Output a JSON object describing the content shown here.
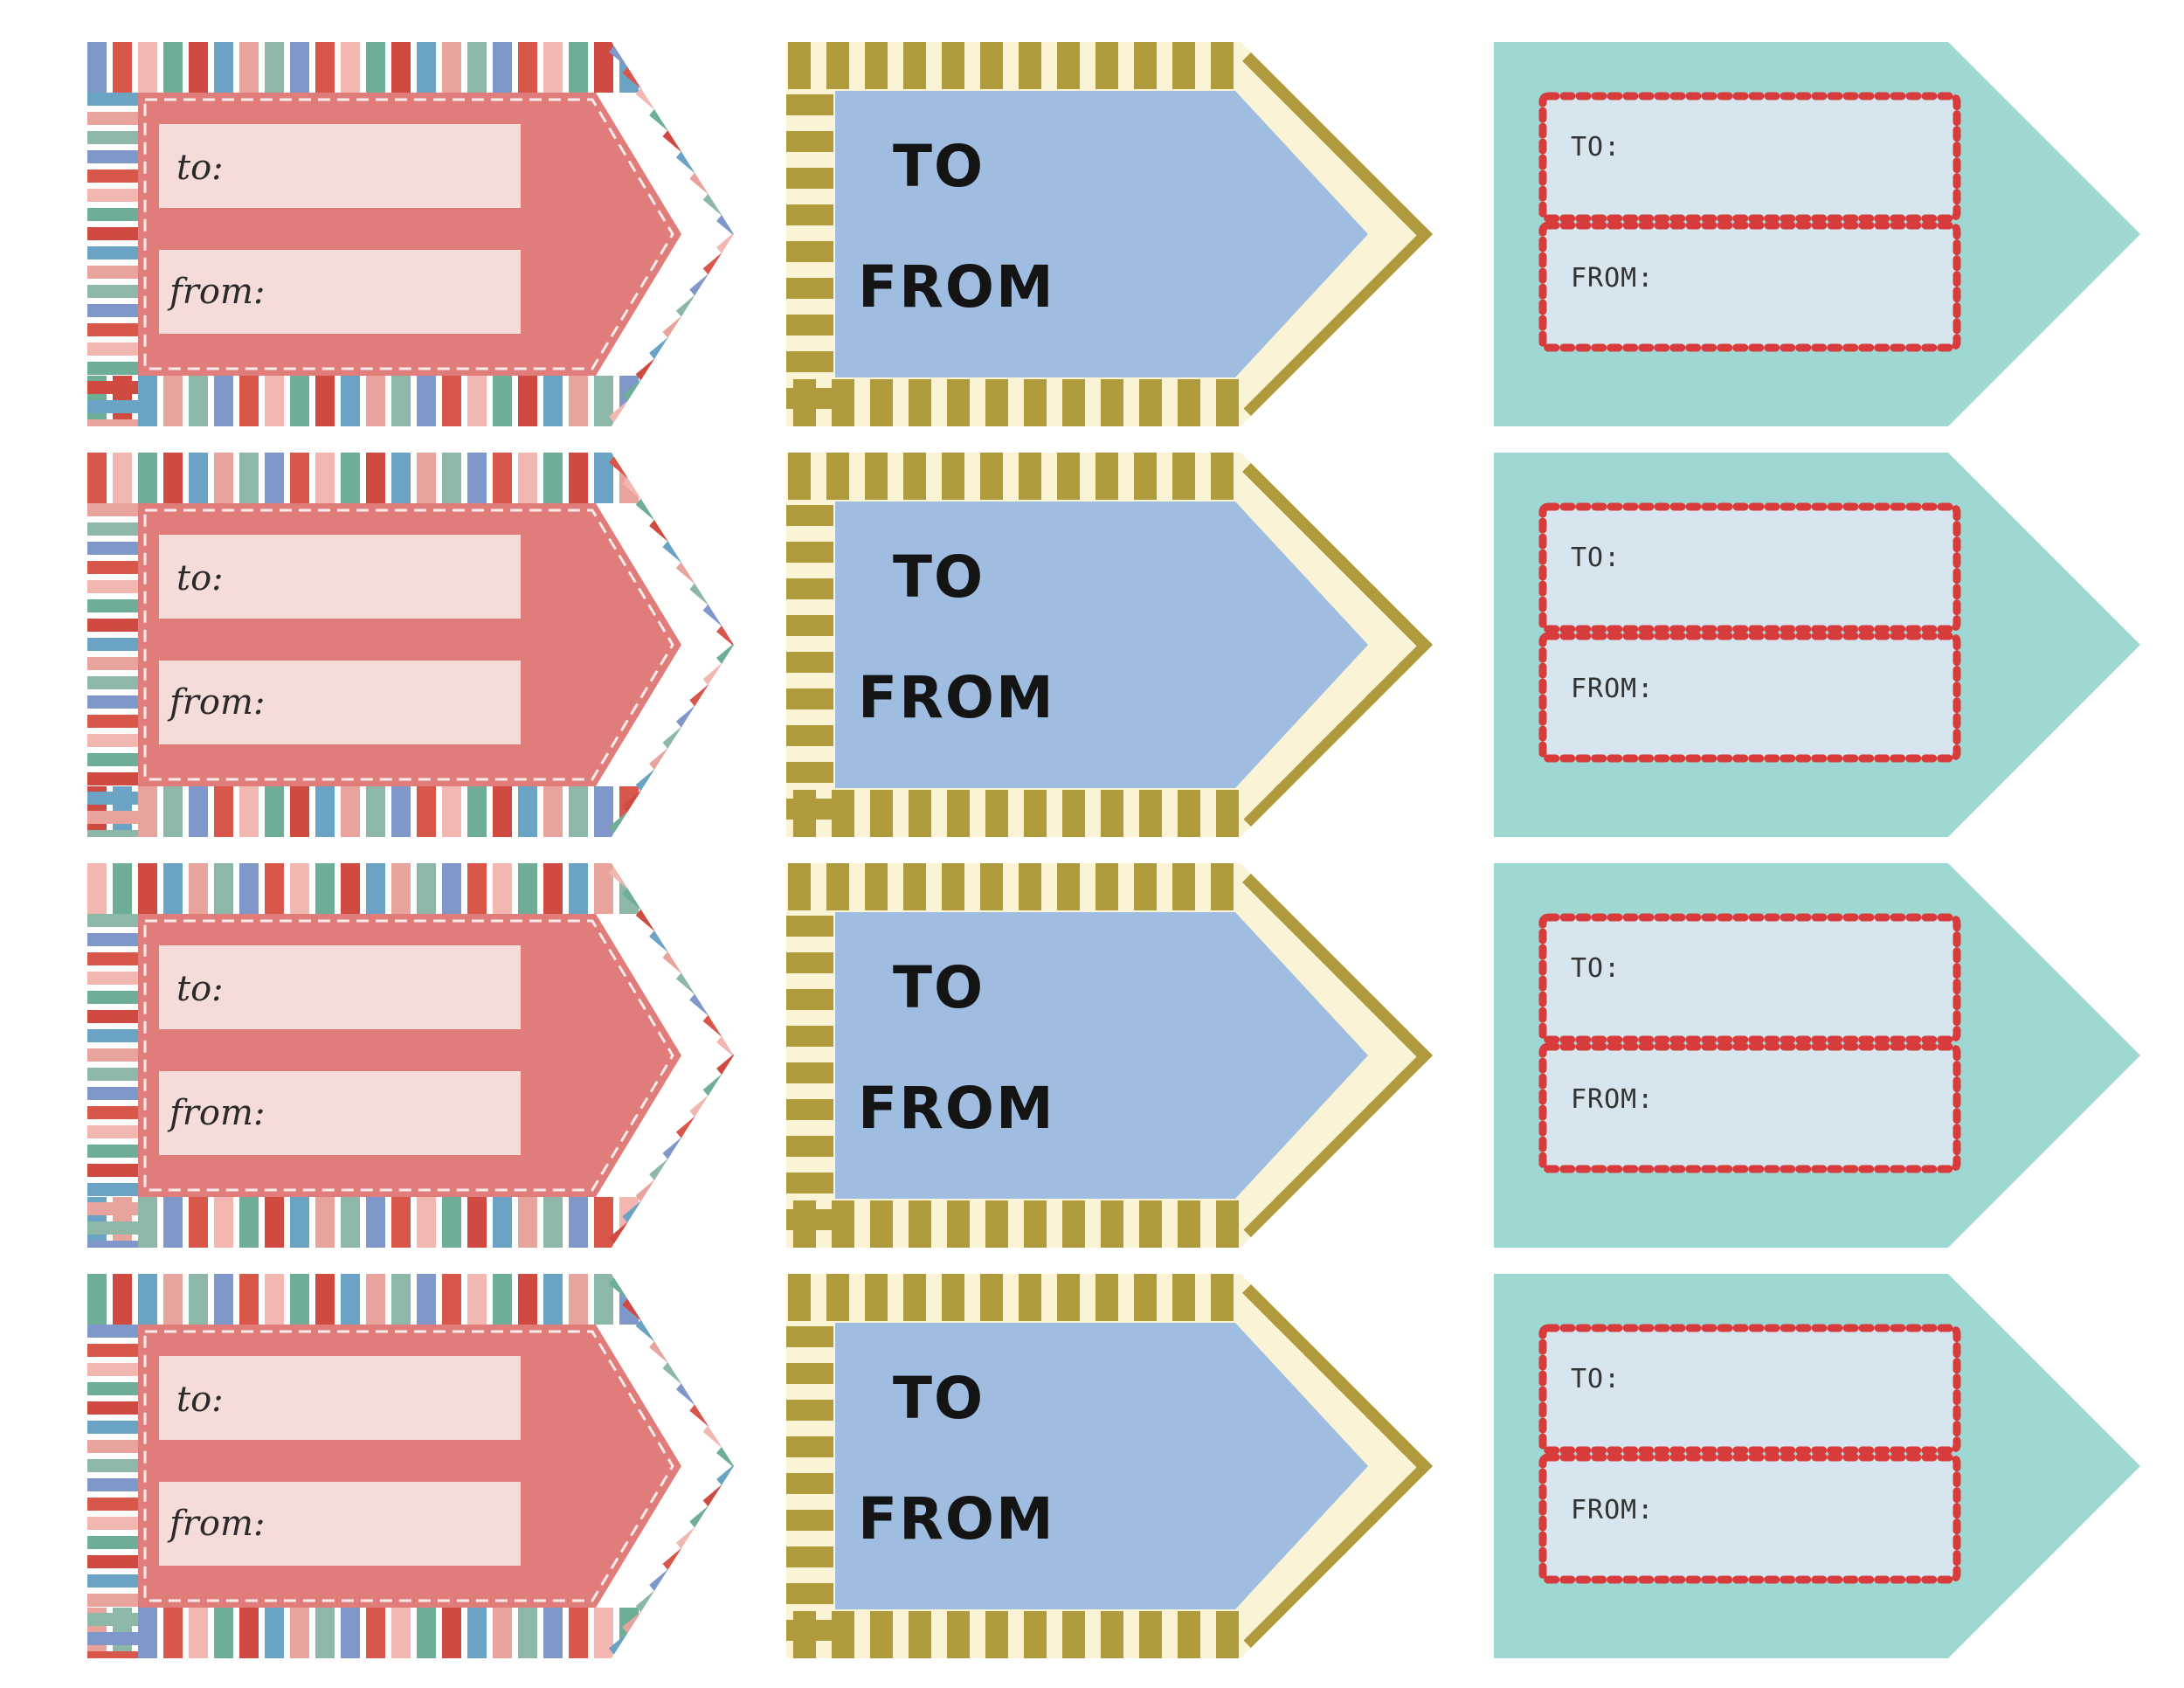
{
  "palette": {
    "background": "#ffffff",
    "pink_body": "#e07d7a",
    "pink_field": "#f5dcd8",
    "pink_stripes": [
      "#7f97c9",
      "#d9574a",
      "#f1b7b0",
      "#6fae96",
      "#cf4a40",
      "#6aa3c4",
      "#e9a39d",
      "#8db8a7"
    ],
    "blue_body": "#9ebde0",
    "olive": "#b09a3e",
    "cream": "#faf3d5",
    "teal_body": "#9fd8d3",
    "teal_field": "#d7e6ee",
    "red_dots": "#d83b3b"
  },
  "columns": [
    {
      "style": "striped-pink",
      "icon": "striped-pink-gift-tag",
      "tags": [
        {
          "to_label": "to:",
          "from_label": "from:"
        },
        {
          "to_label": "to:",
          "from_label": "from:"
        },
        {
          "to_label": "to:",
          "from_label": "from:"
        },
        {
          "to_label": "to:",
          "from_label": "from:"
        }
      ]
    },
    {
      "style": "checkered-blue",
      "icon": "checkered-blue-gift-tag",
      "tags": [
        {
          "to_label": "TO",
          "from_label": "FROM"
        },
        {
          "to_label": "TO",
          "from_label": "FROM"
        },
        {
          "to_label": "TO",
          "from_label": "FROM"
        },
        {
          "to_label": "TO",
          "from_label": "FROM"
        }
      ]
    },
    {
      "style": "dotted-teal",
      "icon": "dotted-teal-gift-tag",
      "tags": [
        {
          "to_label": "TO:",
          "from_label": "FROM:"
        },
        {
          "to_label": "TO:",
          "from_label": "FROM:"
        },
        {
          "to_label": "TO:",
          "from_label": "FROM:"
        },
        {
          "to_label": "TO:",
          "from_label": "FROM:"
        }
      ]
    }
  ]
}
